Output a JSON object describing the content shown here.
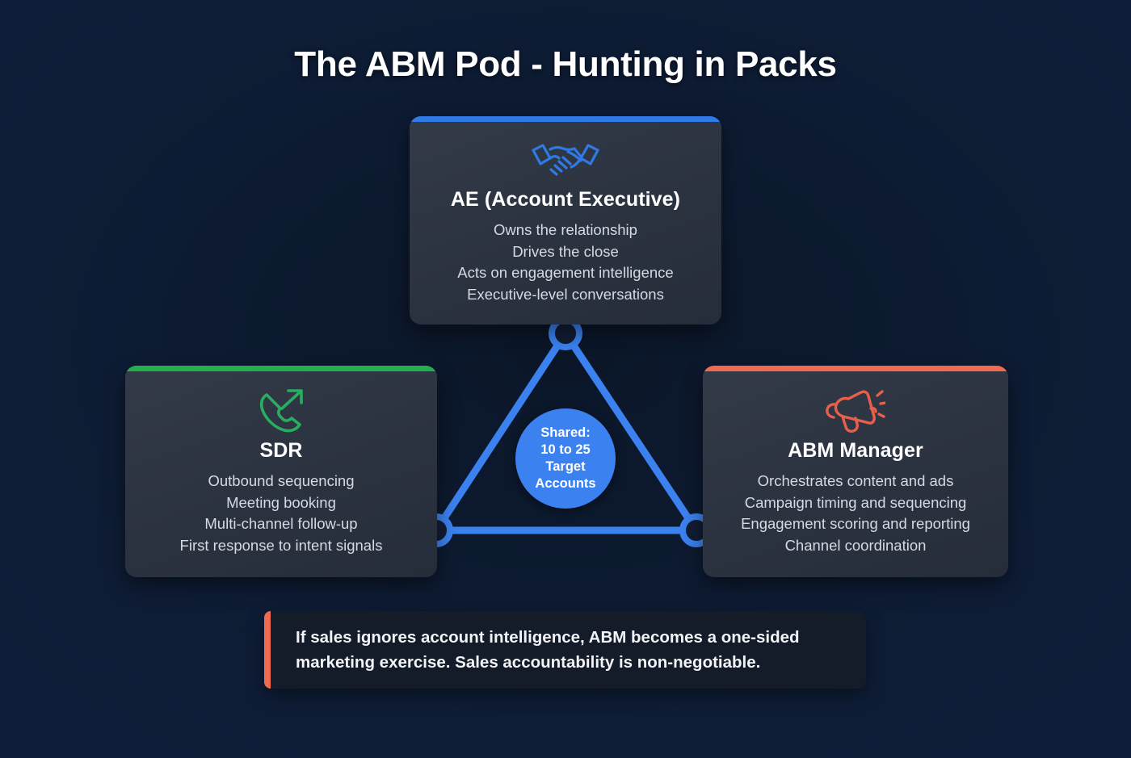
{
  "page": {
    "title": "The ABM Pod - Hunting in Packs",
    "background_color": "#0d1b33"
  },
  "colors": {
    "ae_accent": "#2f7ae5",
    "sdr_accent": "#22b04f",
    "abm_accent": "#ef6a4e",
    "hub_fill": "#3b82f0",
    "connector": "#3b82f0",
    "callout_bar": "#ef6a4e",
    "card_bg": "#2b3240",
    "callout_bg": "#141b29"
  },
  "cards": {
    "ae": {
      "icon": "handshake-icon",
      "accent_color": "#2f7ae5",
      "title": "AE (Account Executive)",
      "lines": [
        "Owns the relationship",
        "Drives the close",
        "Acts on engagement intelligence",
        "Executive-level conversations"
      ]
    },
    "sdr": {
      "icon": "phone-outgoing-icon",
      "accent_color": "#22b04f",
      "title": "SDR",
      "lines": [
        "Outbound sequencing",
        "Meeting booking",
        "Multi-channel follow-up",
        "First response to intent signals"
      ]
    },
    "abm": {
      "icon": "megaphone-icon",
      "accent_color": "#ef6a4e",
      "title": "ABM Manager",
      "lines": [
        "Orchestrates content and ads",
        "Campaign timing and sequencing",
        "Engagement scoring and reporting",
        "Channel coordination"
      ]
    }
  },
  "hub": {
    "lines": [
      "Shared:",
      "10 to 25",
      "Target",
      "Accounts"
    ]
  },
  "callout": {
    "line1": "If sales ignores account intelligence, ABM becomes a one-sided",
    "line2": "marketing exercise. Sales accountability is non-negotiable."
  }
}
